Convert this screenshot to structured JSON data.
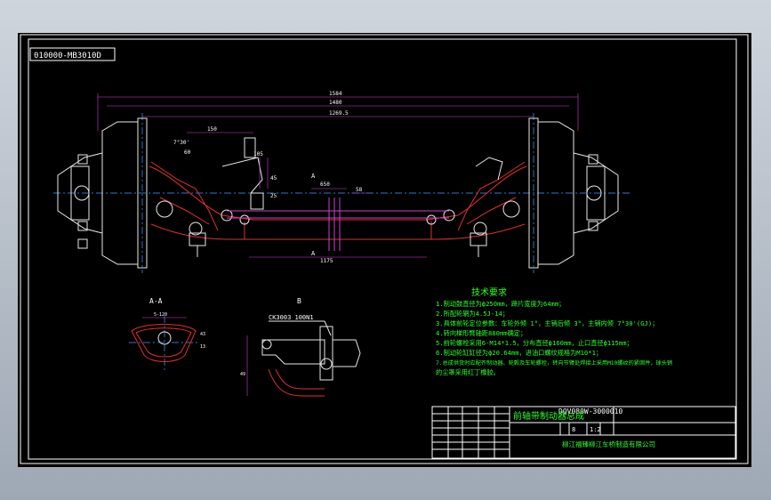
{
  "drawing": {
    "code_mirrored": "010000-MB3010D",
    "dims": {
      "d1584": "1584",
      "d1480": "1480",
      "d1269": "1269.5",
      "d150": "150",
      "d7_30": "7°30'",
      "d60": "60",
      "d105": "105",
      "d45": "45",
      "d25": "25",
      "d650": "650",
      "d58": "58",
      "d1175": "1175",
      "sec_a_top": "A",
      "sec_a_bot": "A"
    },
    "section_aa": {
      "label": "A-A",
      "dim_width": "5-120",
      "dim_h1": "43",
      "dim_h2": "13"
    },
    "detail_b": {
      "label": "B",
      "callout": "CK3003 100N1",
      "dim_height": "49"
    },
    "tech_req": {
      "title": "技术要求",
      "lines": [
        "1.制动鼓直径为ф250mm，蹄片宽度为64mm；",
        "2.所配轮辋为4.5J-14；",
        "3.具体前轮定位参数：车轮外倾 1°，主销后倾 3°，主销内倾 7°30'(GJ)；",
        "4.转向梯形臂轴距880mm确定；",
        "5.前轮螺栓采用6-M14*1.5，分布直径ф160mm，止口直径ф115mm；",
        "6.制动轮缸缸径为ф20.64mm，进油口螺纹规格为M10*1；",
        "7.总成供货时应配齐制动器、轮毂及车轮螺栓，转向节臂处焊接上采用M10螺纹的紧固件，球头销",
        "   的尘罩采用红丁橡胶。"
      ]
    },
    "title_block": {
      "part_code": "DQV080W-3000010",
      "part_name": "前轴带制动器总成",
      "scale_a": "8",
      "scale_b": "1:2",
      "company": "柳江福臻柳江车桥制造有限公司"
    }
  }
}
